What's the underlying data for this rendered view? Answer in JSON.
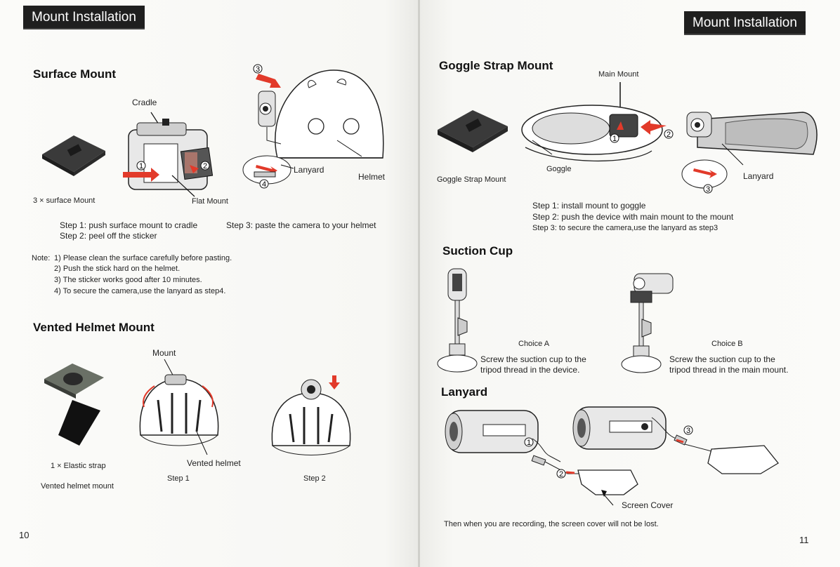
{
  "left": {
    "banner": "Mount Installation",
    "surface": {
      "title": "Surface Mount",
      "label_cradle": "Cradle",
      "label_flat_mount": "Flat Mount",
      "label_lanyard": "Lanyard",
      "label_helmet": "Helmet",
      "caption": "3 × surface Mount",
      "step1": "Step 1: push surface mount to cradle",
      "step2": "Step 2: peel off the sticker",
      "step3": "Step 3: paste the camera to your helmet",
      "note_head": "Note:",
      "notes": [
        "1) Please clean the surface carefully before pasting.",
        "2) Push the stick hard on the helmet.",
        "3) The sticker works good after 10 minutes.",
        "4) To secure the camera,use the lanyard as step4."
      ]
    },
    "vented": {
      "title": "Vented Helmet Mount",
      "label_mount": "Mount",
      "label_vented_helmet": "Vented helmet",
      "caption_strap": "1 × Elastic strap",
      "caption_mount": "Vented helmet mount",
      "step1": "Step 1",
      "step2": "Step 2"
    },
    "page_number": "10"
  },
  "right": {
    "banner": "Mount Installation",
    "goggle": {
      "title": "Goggle Strap Mount",
      "label_main_mount": "Main Mount",
      "label_goggle": "Goggle",
      "label_lanyard": "Lanyard",
      "caption": "Goggle Strap Mount",
      "step1": "Step 1: install mount to goggle",
      "step2": "Step 2: push the device with main mount to the mount",
      "step3": "Step 3: to secure the camera,use the lanyard as step3"
    },
    "suction": {
      "title": "Suction Cup",
      "choice_a": "Choice A",
      "choice_a_text1": "Screw the suction cup to the",
      "choice_a_text2": "tripod thread in the device.",
      "choice_b": "Choice B",
      "choice_b_text1": "Screw the suction cup to the",
      "choice_b_text2": "tripod thread in the main mount."
    },
    "lanyard": {
      "title": "Lanyard",
      "label_screen_cover": "Screen Cover",
      "footer": "Then when you are recording, the screen cover will not be lost."
    },
    "page_number": "11"
  },
  "markers": {
    "n1": "1",
    "n2": "2",
    "n3": "3",
    "n4": "4"
  },
  "colors": {
    "banner": "#1f1f1f",
    "arrow_red": "#e23a2a"
  }
}
